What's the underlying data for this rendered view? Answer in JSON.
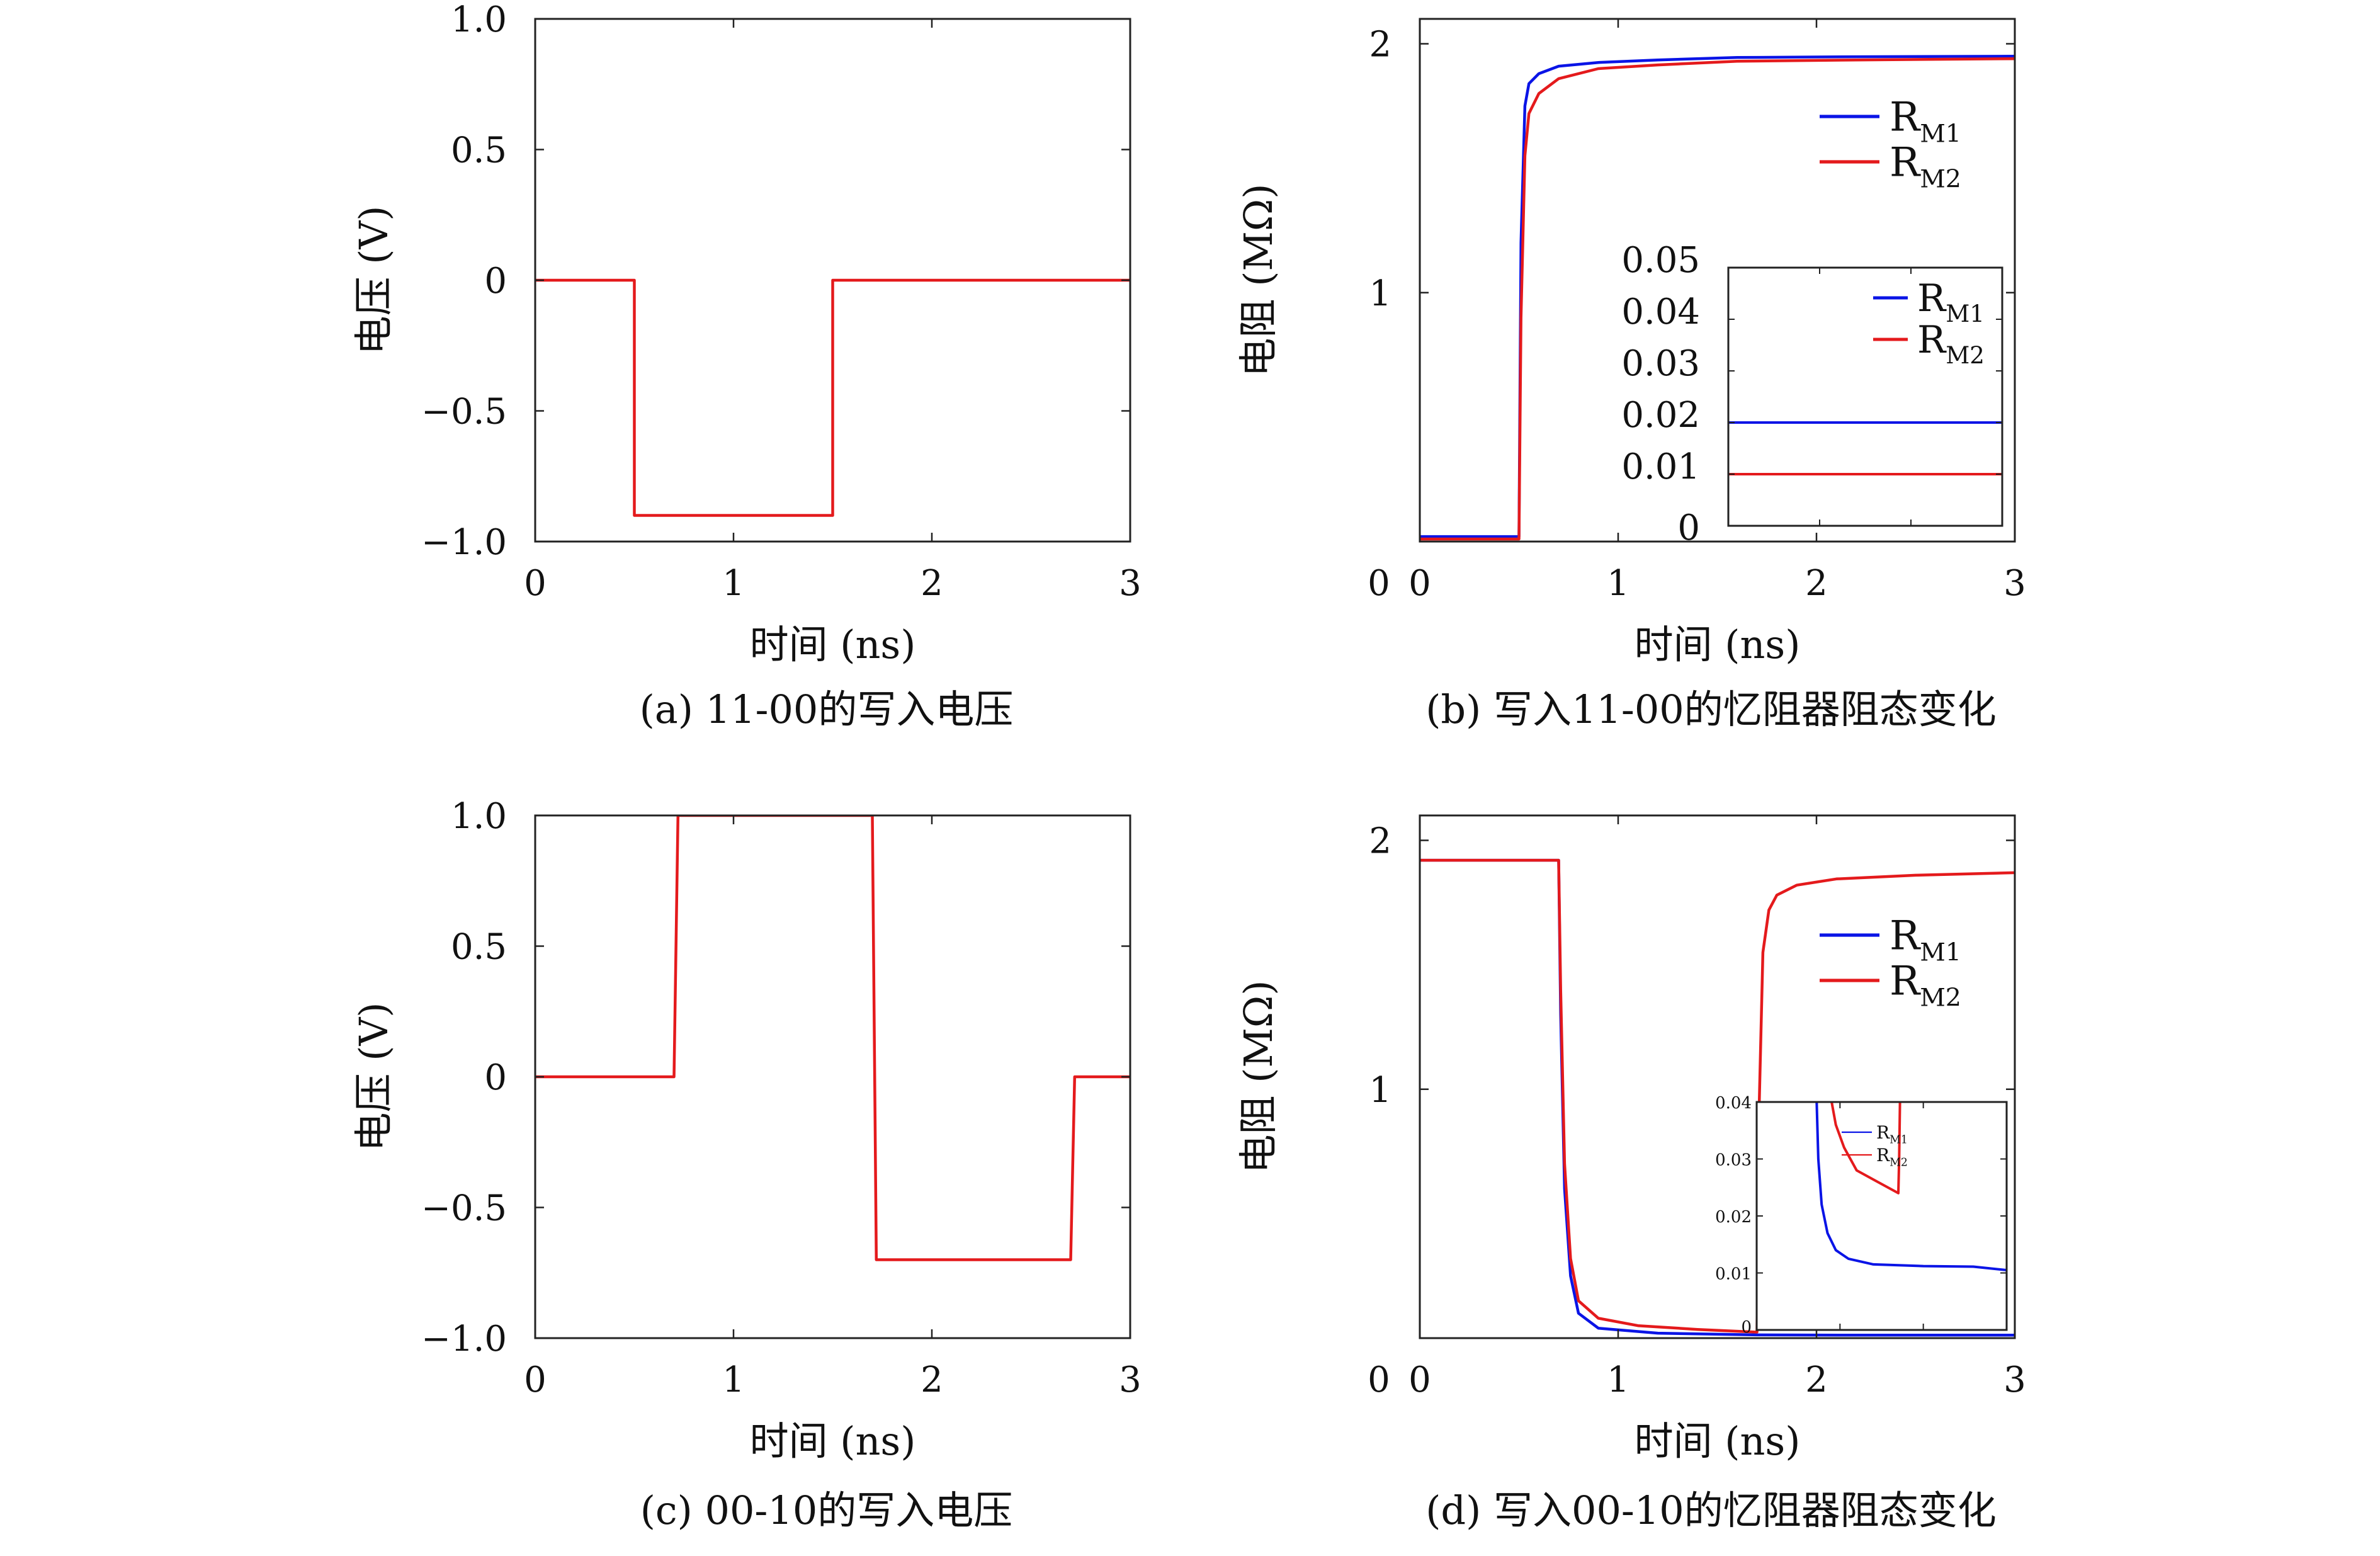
{
  "colors": {
    "blue": "#0a14e6",
    "red": "#e41a1c",
    "axis": "#222222"
  },
  "chart_data": [
    {
      "id": "a",
      "type": "line",
      "caption": "(a) 11-00的写入电压",
      "xlabel": "时间 (ns)",
      "ylabel": "电压 (V)",
      "xlim": [
        0,
        3
      ],
      "ylim": [
        -1,
        1
      ],
      "xticks": [
        0,
        1,
        2,
        3
      ],
      "xticklabels": [
        "0",
        "1",
        "2",
        "3"
      ],
      "yticks": [
        1,
        0.5,
        0,
        -0.5,
        -1
      ],
      "yticklabels": [
        "1.0",
        "0.5",
        "0",
        "−0.5",
        "−1.0"
      ],
      "grid": false,
      "series": [
        {
          "color": "red",
          "x": [
            0,
            0.5,
            0.5,
            1.5,
            1.5,
            3
          ],
          "y": [
            0,
            0,
            -0.9,
            -0.9,
            0,
            0
          ]
        }
      ]
    },
    {
      "id": "b",
      "type": "line",
      "caption": "(b) 写入11-00的忆阻器阻态变化",
      "xlabel": "时间 (ns)",
      "ylabel": "电阻 (MΩ)",
      "xlim": [
        0,
        3
      ],
      "ylim": [
        0,
        2.1
      ],
      "xticks": [
        0,
        1,
        2,
        3
      ],
      "xticklabels": [
        "0",
        "1",
        "2",
        "3"
      ],
      "yticks": [
        1,
        2
      ],
      "yticklabels": [
        "1",
        "2"
      ],
      "grid": false,
      "legend_position": "top-right",
      "series": [
        {
          "name": "RM1",
          "color": "blue",
          "x": [
            0,
            0.5,
            0.51,
            0.53,
            0.55,
            0.6,
            0.7,
            0.9,
            1.2,
            1.6,
            2.2,
            3.0
          ],
          "y": [
            0.02,
            0.02,
            1.2,
            1.75,
            1.84,
            1.88,
            1.91,
            1.925,
            1.935,
            1.945,
            1.948,
            1.95
          ]
        },
        {
          "name": "RM2",
          "color": "red",
          "x": [
            0,
            0.5,
            0.51,
            0.53,
            0.55,
            0.6,
            0.7,
            0.9,
            1.2,
            1.6,
            2.2,
            3.0
          ],
          "y": [
            0.01,
            0.01,
            0.9,
            1.55,
            1.72,
            1.8,
            1.86,
            1.9,
            1.915,
            1.93,
            1.935,
            1.94
          ]
        }
      ],
      "inset": {
        "xlim": [
          0,
          3
        ],
        "ylim": [
          0,
          0.05
        ],
        "yticks": [
          0,
          0.01,
          0.02,
          0.03,
          0.04,
          0.05
        ],
        "yticklabels": [
          "0",
          "0.01",
          "0.02",
          "0.03",
          "0.04",
          "0.05"
        ],
        "series": [
          {
            "name": "RM1",
            "color": "blue",
            "x": [
              0,
              3
            ],
            "y": [
              0.02,
              0.02
            ]
          },
          {
            "name": "RM2",
            "color": "red",
            "x": [
              0,
              3
            ],
            "y": [
              0.01,
              0.01
            ]
          }
        ]
      }
    },
    {
      "id": "c",
      "type": "line",
      "caption": "(c) 00-10的写入电压",
      "xlabel": "时间 (ns)",
      "ylabel": "电压 (V)",
      "xlim": [
        0,
        3
      ],
      "ylim": [
        -1,
        1
      ],
      "xticks": [
        0,
        1,
        2,
        3
      ],
      "xticklabels": [
        "0",
        "1",
        "2",
        "3"
      ],
      "yticks": [
        1,
        0.5,
        0,
        -0.5,
        -1
      ],
      "yticklabels": [
        "1.0",
        "0.5",
        "0",
        "−0.5",
        "−1.0"
      ],
      "grid": false,
      "series": [
        {
          "color": "red",
          "x": [
            0,
            0.7,
            0.72,
            1.7,
            1.72,
            2.7,
            2.72,
            3
          ],
          "y": [
            0,
            0,
            1,
            1,
            -0.7,
            -0.7,
            0,
            0
          ]
        }
      ]
    },
    {
      "id": "d",
      "type": "line",
      "caption": "(d) 写入00-10的忆阻器阻态变化",
      "xlabel": "时间 (ns)",
      "ylabel": "电阻 (MΩ)",
      "xlim": [
        0,
        3
      ],
      "ylim": [
        0,
        2.1
      ],
      "xticks": [
        0,
        1,
        2,
        3
      ],
      "xticklabels": [
        "0",
        "1",
        "2",
        "3"
      ],
      "yticks": [
        1,
        2
      ],
      "yticklabels": [
        "1",
        "2"
      ],
      "grid": false,
      "legend_position": "top-right",
      "series": [
        {
          "name": "RM1",
          "color": "blue",
          "x": [
            0,
            0.7,
            0.71,
            0.73,
            0.76,
            0.8,
            0.9,
            1.2,
            1.7,
            2.2,
            3.0
          ],
          "y": [
            1.92,
            1.92,
            1.3,
            0.6,
            0.25,
            0.1,
            0.04,
            0.02,
            0.013,
            0.012,
            0.012
          ],
          "shared_x": true
        },
        {
          "name": "RM2",
          "color": "red",
          "x": [
            0,
            0.7,
            0.71,
            0.73,
            0.76,
            0.8,
            0.9,
            1.1,
            1.4,
            1.7,
            1.71,
            1.73,
            1.76,
            1.8,
            1.9,
            2.1,
            2.5,
            3.0
          ],
          "y": [
            1.92,
            1.92,
            1.4,
            0.7,
            0.32,
            0.15,
            0.08,
            0.05,
            0.035,
            0.024,
            0.9,
            1.55,
            1.72,
            1.78,
            1.82,
            1.845,
            1.86,
            1.87
          ]
        }
      ],
      "inset": {
        "xlim": [
          0,
          3
        ],
        "ylim": [
          0,
          0.04
        ],
        "yticks": [
          0,
          0.01,
          0.02,
          0.03,
          0.04
        ],
        "yticklabels": [
          "0",
          "0.01",
          "0.02",
          "0.03",
          "0.04"
        ],
        "series": [
          {
            "name": "RM1",
            "color": "blue",
            "x": [
              0.72,
              0.74,
              0.78,
              0.85,
              0.95,
              1.1,
              1.4,
              2.0,
              2.6,
              3.0
            ],
            "y": [
              0.04,
              0.03,
              0.022,
              0.017,
              0.014,
              0.0125,
              0.0115,
              0.0112,
              0.0111,
              0.0105
            ]
          },
          {
            "name": "RM2",
            "color": "red",
            "x": [
              0.9,
              0.95,
              1.05,
              1.2,
              1.45,
              1.7,
              1.71,
              1.72
            ],
            "y": [
              0.04,
              0.036,
              0.032,
              0.028,
              0.026,
              0.024,
              0.03,
              0.04
            ]
          }
        ]
      }
    }
  ]
}
